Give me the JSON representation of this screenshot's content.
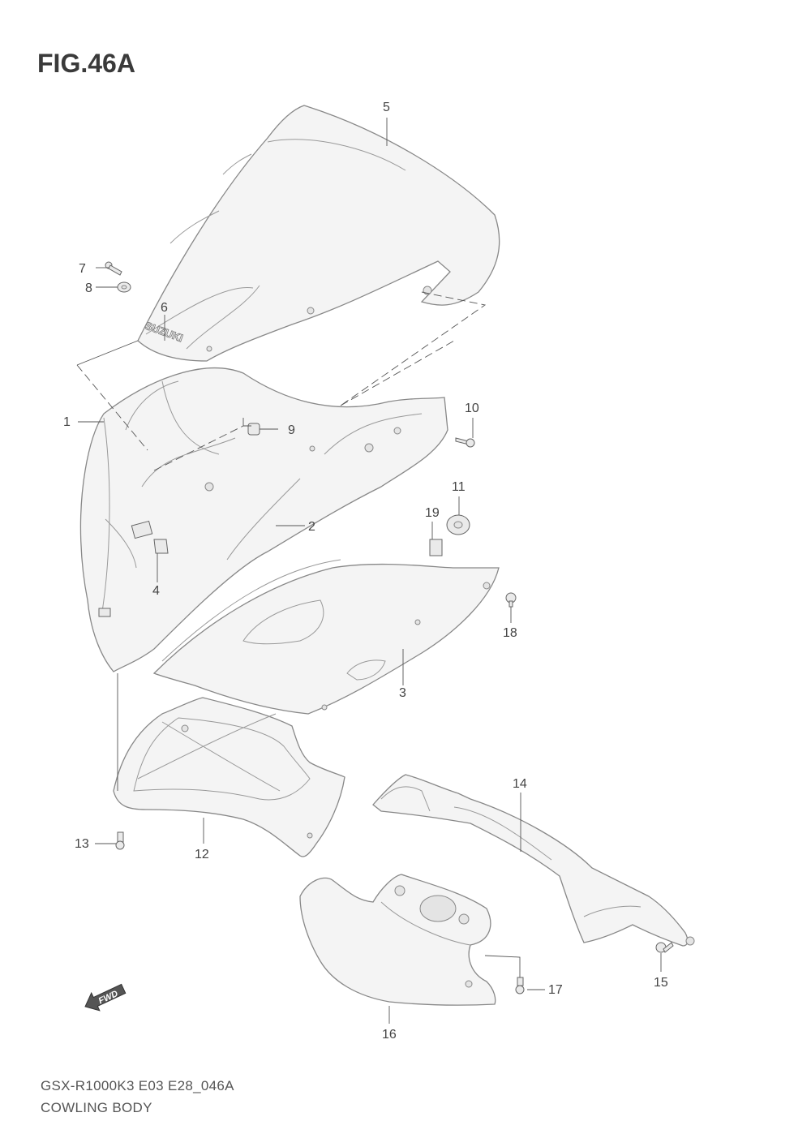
{
  "figure": {
    "title": "FIG.46A",
    "model_code": "GSX-R1000K3 E03 E28_046A",
    "assembly_name": "COWLING BODY",
    "fwd_badge": "FWD",
    "windscreen_logo": "SUZUKI"
  },
  "callouts": [
    {
      "id": "1",
      "label": "1"
    },
    {
      "id": "2",
      "label": "2"
    },
    {
      "id": "3",
      "label": "3"
    },
    {
      "id": "4",
      "label": "4"
    },
    {
      "id": "5",
      "label": "5"
    },
    {
      "id": "6",
      "label": "6"
    },
    {
      "id": "7",
      "label": "7"
    },
    {
      "id": "8",
      "label": "8"
    },
    {
      "id": "9",
      "label": "9"
    },
    {
      "id": "10",
      "label": "10"
    },
    {
      "id": "11",
      "label": "11"
    },
    {
      "id": "12",
      "label": "12"
    },
    {
      "id": "13",
      "label": "13"
    },
    {
      "id": "14",
      "label": "14"
    },
    {
      "id": "15",
      "label": "15"
    },
    {
      "id": "16",
      "label": "16"
    },
    {
      "id": "17",
      "label": "17"
    },
    {
      "id": "18",
      "label": "18"
    },
    {
      "id": "19",
      "label": "19"
    }
  ]
}
